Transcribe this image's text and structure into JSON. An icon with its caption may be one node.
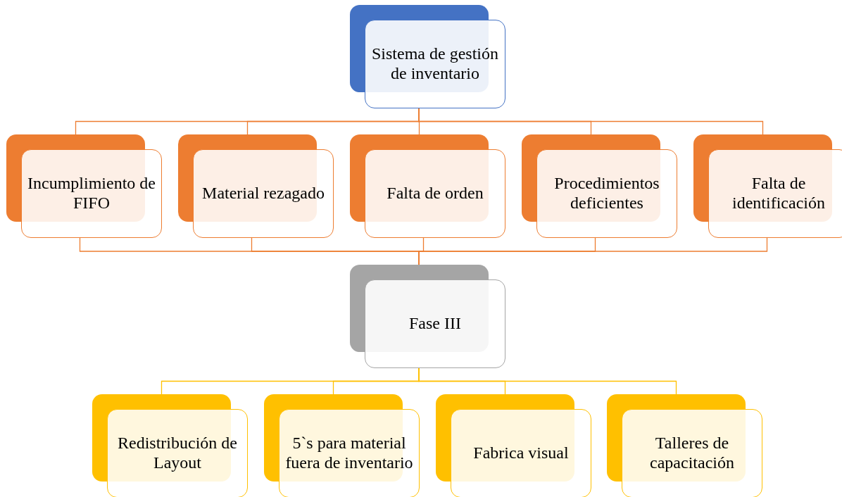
{
  "diagram": {
    "nodes": [
      {
        "text": [
          "Sistema de gestión de inventario"
        ]
      },
      {
        "text": [
          "Incumplimiento de FIFO"
        ]
      },
      {
        "text": [
          "Material rezagado"
        ]
      },
      {
        "text": [
          "Falta de orden"
        ]
      },
      {
        "text": [
          "Procedimientos deficientes"
        ]
      },
      {
        "text": [
          "Falta de identificación"
        ]
      },
      {
        "text": [
          "Fase III"
        ]
      },
      {
        "text": [
          "Redistribución de Layout"
        ]
      },
      {
        "text": [
          "5`s para material fuera de inventario"
        ]
      },
      {
        "text": [
          "Fabrica visual"
        ]
      },
      {
        "text": [
          "Talleres de capacitación"
        ]
      }
    ],
    "edges": [
      {
        "from": 0,
        "to": 1,
        "arrow": "none"
      },
      {
        "from": 0,
        "to": 2,
        "arrow": "none"
      },
      {
        "from": 0,
        "to": 3,
        "arrow": "none"
      },
      {
        "from": 0,
        "to": 4,
        "arrow": "none"
      },
      {
        "from": 0,
        "to": 5,
        "arrow": "none"
      },
      {
        "from": 1,
        "to": 6,
        "arrow": "none"
      },
      {
        "from": 2,
        "to": 6,
        "arrow": "none"
      },
      {
        "from": 3,
        "to": 6,
        "arrow": "none"
      },
      {
        "from": 4,
        "to": 6,
        "arrow": "none"
      },
      {
        "from": 5,
        "to": 6,
        "arrow": "none"
      },
      {
        "from": 6,
        "to": 7,
        "arrow": "none",
        "color": "#ffc000"
      },
      {
        "from": 6,
        "to": 8,
        "arrow": "none",
        "color": "#ffc000"
      },
      {
        "from": 6,
        "to": 9,
        "arrow": "none",
        "color": "#ffc000"
      },
      {
        "from": 6,
        "to": 10,
        "arrow": "none",
        "color": "#ffc000"
      }
    ]
  }
}
